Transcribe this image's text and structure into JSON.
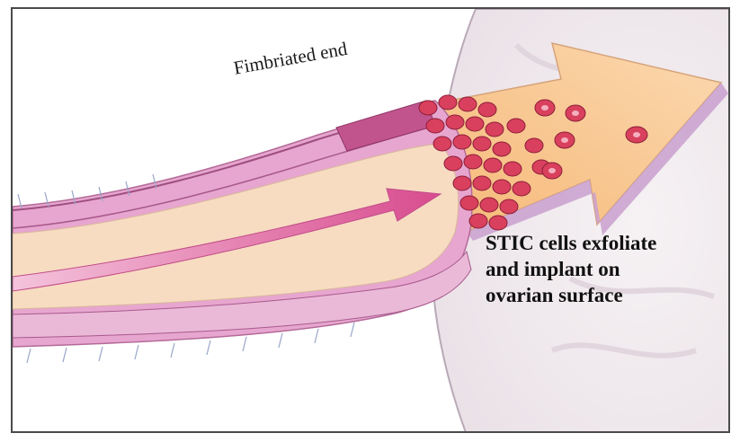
{
  "labels": {
    "fimbriated_end": "Fimbriated end",
    "stic_line1": "STIC cells exfoliate",
    "stic_line2": "and implant on",
    "stic_line3": "ovarian surface"
  },
  "colors": {
    "tube_wall": "#e7a6cf",
    "tube_lumen": "#f7dcc2",
    "epithelium_dark": "#c2548d",
    "stic_cells": "#d9405d",
    "arrow_fill": "#f9c48c",
    "ovary_surface": "#f1ecef"
  }
}
